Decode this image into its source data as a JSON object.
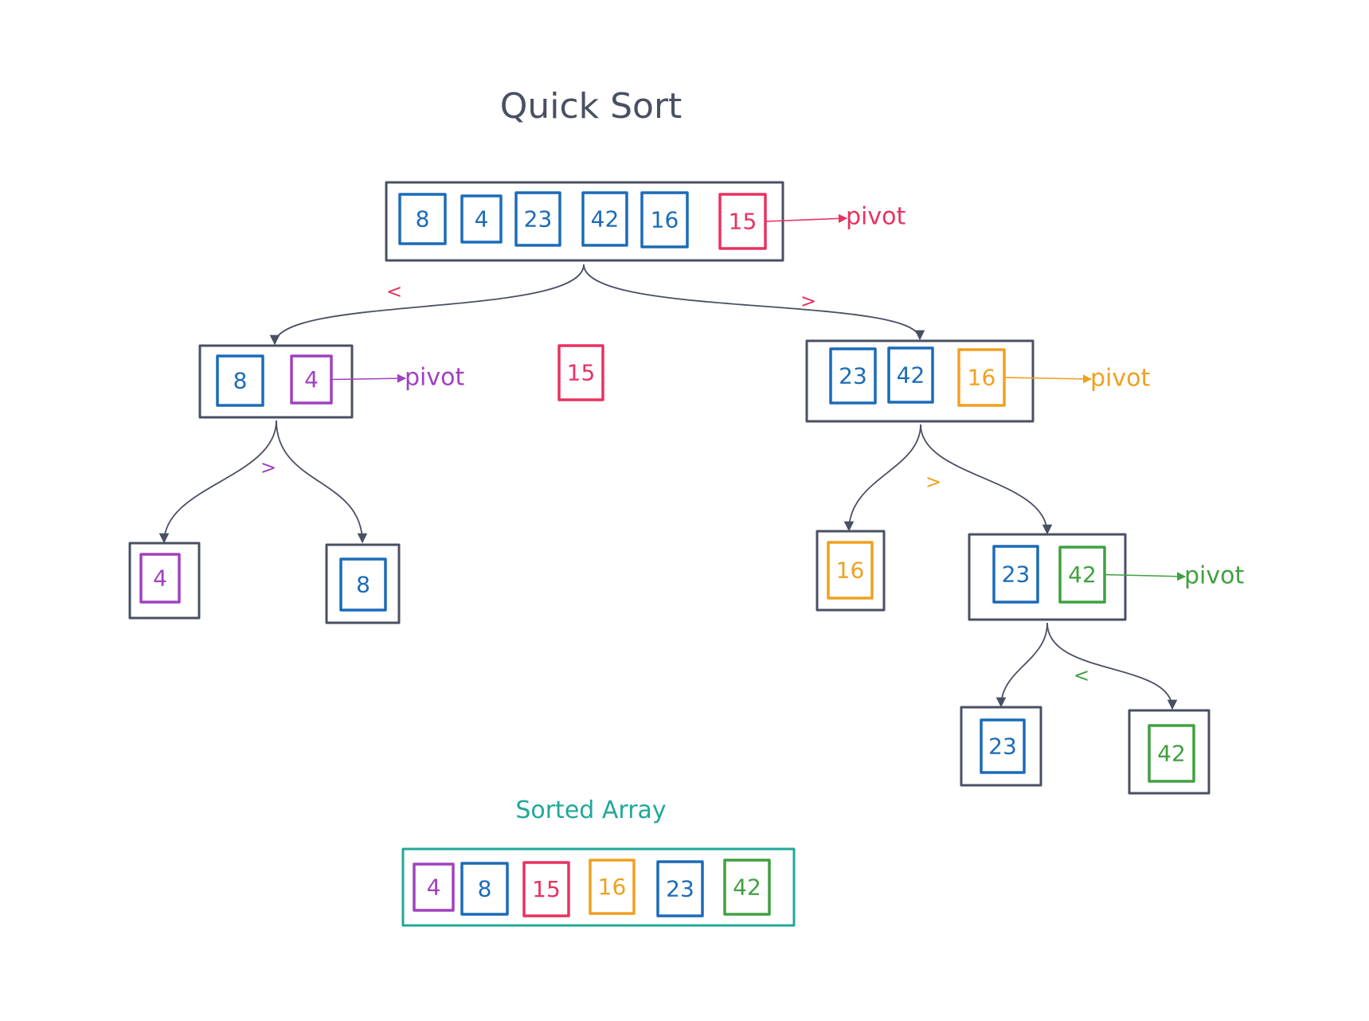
{
  "title": "Quick Sort",
  "sorted_label": "Sorted Array",
  "colors": {
    "ink": "#4a5063",
    "blue": "#1b6bb8",
    "red": "#e8325f",
    "purple": "#a040c0",
    "orange": "#f0a020",
    "green": "#40a040",
    "teal": "#20a898"
  },
  "arrays": [
    {
      "id": "root",
      "cells": [
        {
          "value": "8",
          "color": "blue"
        },
        {
          "value": "4",
          "color": "blue"
        },
        {
          "value": "23",
          "color": "blue"
        },
        {
          "value": "42",
          "color": "blue"
        },
        {
          "value": "16",
          "color": "blue"
        },
        {
          "value": "15",
          "color": "red"
        }
      ],
      "pivot": {
        "label": "pivot",
        "color": "red"
      }
    },
    {
      "id": "left",
      "cells": [
        {
          "value": "8",
          "color": "blue"
        },
        {
          "value": "4",
          "color": "purple"
        }
      ],
      "pivot": {
        "label": "pivot",
        "color": "purple"
      }
    },
    {
      "id": "placed-15",
      "frameless": true,
      "cells": [
        {
          "value": "15",
          "color": "red"
        }
      ]
    },
    {
      "id": "right",
      "cells": [
        {
          "value": "23",
          "color": "blue"
        },
        {
          "value": "42",
          "color": "blue"
        },
        {
          "value": "16",
          "color": "orange"
        }
      ],
      "pivot": {
        "label": "pivot",
        "color": "orange"
      }
    },
    {
      "id": "leaf-4",
      "cells": [
        {
          "value": "4",
          "color": "purple"
        }
      ]
    },
    {
      "id": "leaf-8",
      "cells": [
        {
          "value": "8",
          "color": "blue"
        }
      ]
    },
    {
      "id": "leaf-16",
      "cells": [
        {
          "value": "16",
          "color": "orange"
        }
      ]
    },
    {
      "id": "right-sub",
      "cells": [
        {
          "value": "23",
          "color": "blue"
        },
        {
          "value": "42",
          "color": "green"
        }
      ],
      "pivot": {
        "label": "pivot",
        "color": "green"
      }
    },
    {
      "id": "leaf-23",
      "cells": [
        {
          "value": "23",
          "color": "blue"
        }
      ]
    },
    {
      "id": "leaf-42",
      "cells": [
        {
          "value": "42",
          "color": "green"
        }
      ]
    },
    {
      "id": "sorted",
      "frame_color": "teal",
      "cells": [
        {
          "value": "4",
          "color": "purple"
        },
        {
          "value": "8",
          "color": "blue"
        },
        {
          "value": "15",
          "color": "red"
        },
        {
          "value": "16",
          "color": "orange"
        },
        {
          "value": "23",
          "color": "blue"
        },
        {
          "value": "42",
          "color": "green"
        }
      ]
    }
  ],
  "edges": [
    {
      "from": "root",
      "to": "left",
      "label": "<",
      "color": "red"
    },
    {
      "from": "root",
      "to": "right",
      "label": ">",
      "color": "red"
    },
    {
      "from": "left",
      "to": "leaf-4",
      "label": ">",
      "color": "purple"
    },
    {
      "from": "left",
      "to": "leaf-8"
    },
    {
      "from": "right",
      "to": "leaf-16",
      "label": ">",
      "color": "orange"
    },
    {
      "from": "right",
      "to": "right-sub"
    },
    {
      "from": "right-sub",
      "to": "leaf-23",
      "label": "<",
      "color": "green"
    },
    {
      "from": "right-sub",
      "to": "leaf-42"
    }
  ]
}
